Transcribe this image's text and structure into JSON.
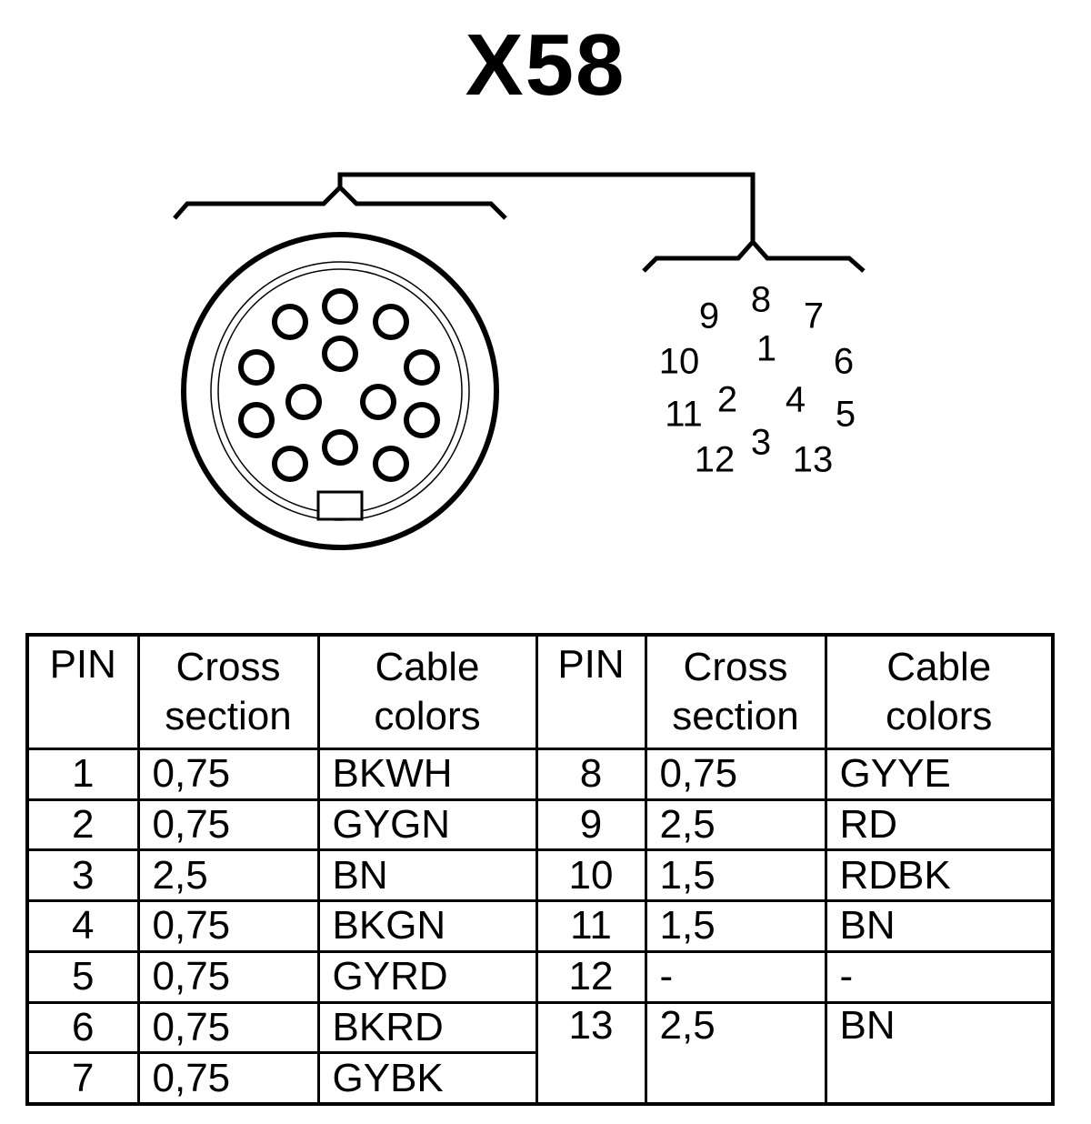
{
  "title": "X58",
  "connector": {
    "pin_labels": [
      "1",
      "2",
      "3",
      "4",
      "5",
      "6",
      "7",
      "8",
      "9",
      "10",
      "11",
      "12",
      "13"
    ]
  },
  "table": {
    "headers": {
      "pin": "PIN",
      "cross_1": "Cross",
      "cross_2": "section",
      "cable_1": "Cable",
      "cable_2": "colors"
    },
    "rows": [
      {
        "left": {
          "pin": "1",
          "cross": "0,75",
          "color": "BKWH"
        },
        "right": {
          "pin": "8",
          "cross": "0,75",
          "color": "GYYE"
        }
      },
      {
        "left": {
          "pin": "2",
          "cross": "0,75",
          "color": "GYGN"
        },
        "right": {
          "pin": "9",
          "cross": "2,5",
          "color": "RD"
        }
      },
      {
        "left": {
          "pin": "3",
          "cross": "2,5",
          "color": "BN"
        },
        "right": {
          "pin": "10",
          "cross": "1,5",
          "color": "RDBK"
        }
      },
      {
        "left": {
          "pin": "4",
          "cross": "0,75",
          "color": "BKGN"
        },
        "right": {
          "pin": "11",
          "cross": "1,5",
          "color": "BN"
        }
      },
      {
        "left": {
          "pin": "5",
          "cross": "0,75",
          "color": "GYRD"
        },
        "right": {
          "pin": "12",
          "cross": "-",
          "color": "-"
        }
      },
      {
        "left": {
          "pin": "6",
          "cross": "0,75",
          "color": "BKRD"
        },
        "right": {
          "pin": "13",
          "cross": "2,5",
          "color": "BN"
        }
      },
      {
        "left": {
          "pin": "7",
          "cross": "0,75",
          "color": "GYBK"
        }
      }
    ]
  }
}
